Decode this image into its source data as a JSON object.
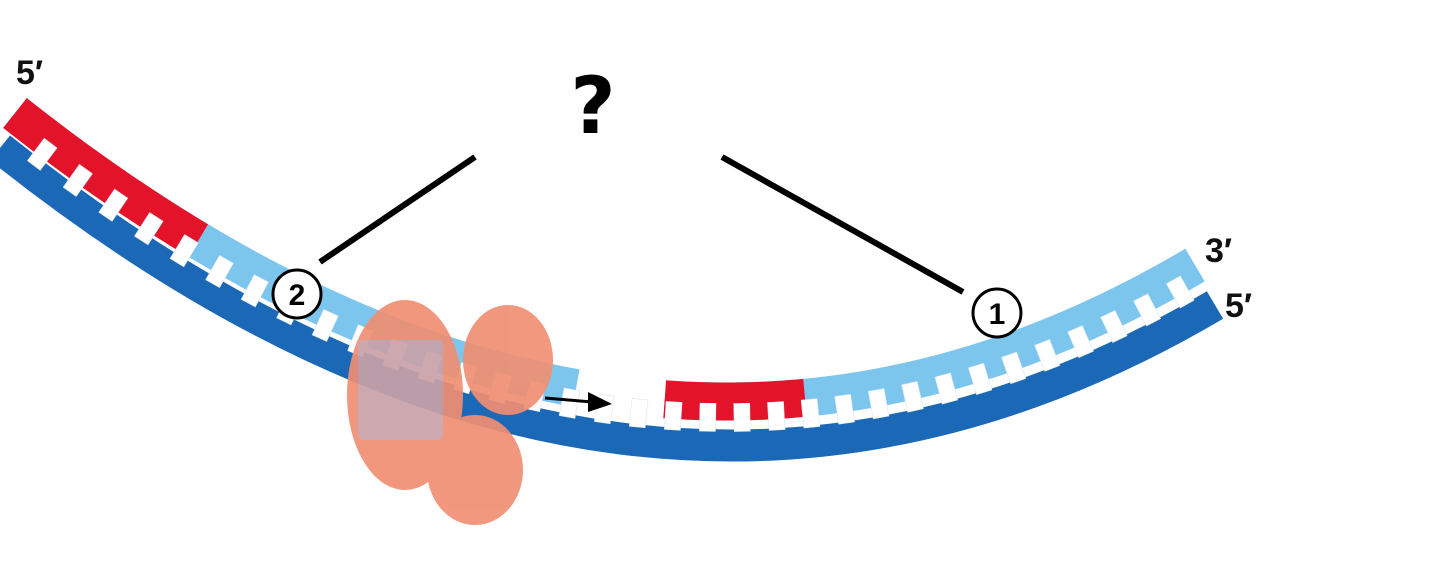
{
  "labels": {
    "question": "?",
    "top_strand_start": "5′",
    "top_strand_end": "3′",
    "bottom_strand_end": "5′",
    "marker_1": "1",
    "marker_2": "2"
  },
  "colors": {
    "template_strand": "#1b68b6",
    "new_strand": "#7cc6ee",
    "rna_primer": "#e3132a",
    "base_pair": "#ffffff",
    "polymerase": "#f08f73",
    "leader_line": "#000000"
  }
}
